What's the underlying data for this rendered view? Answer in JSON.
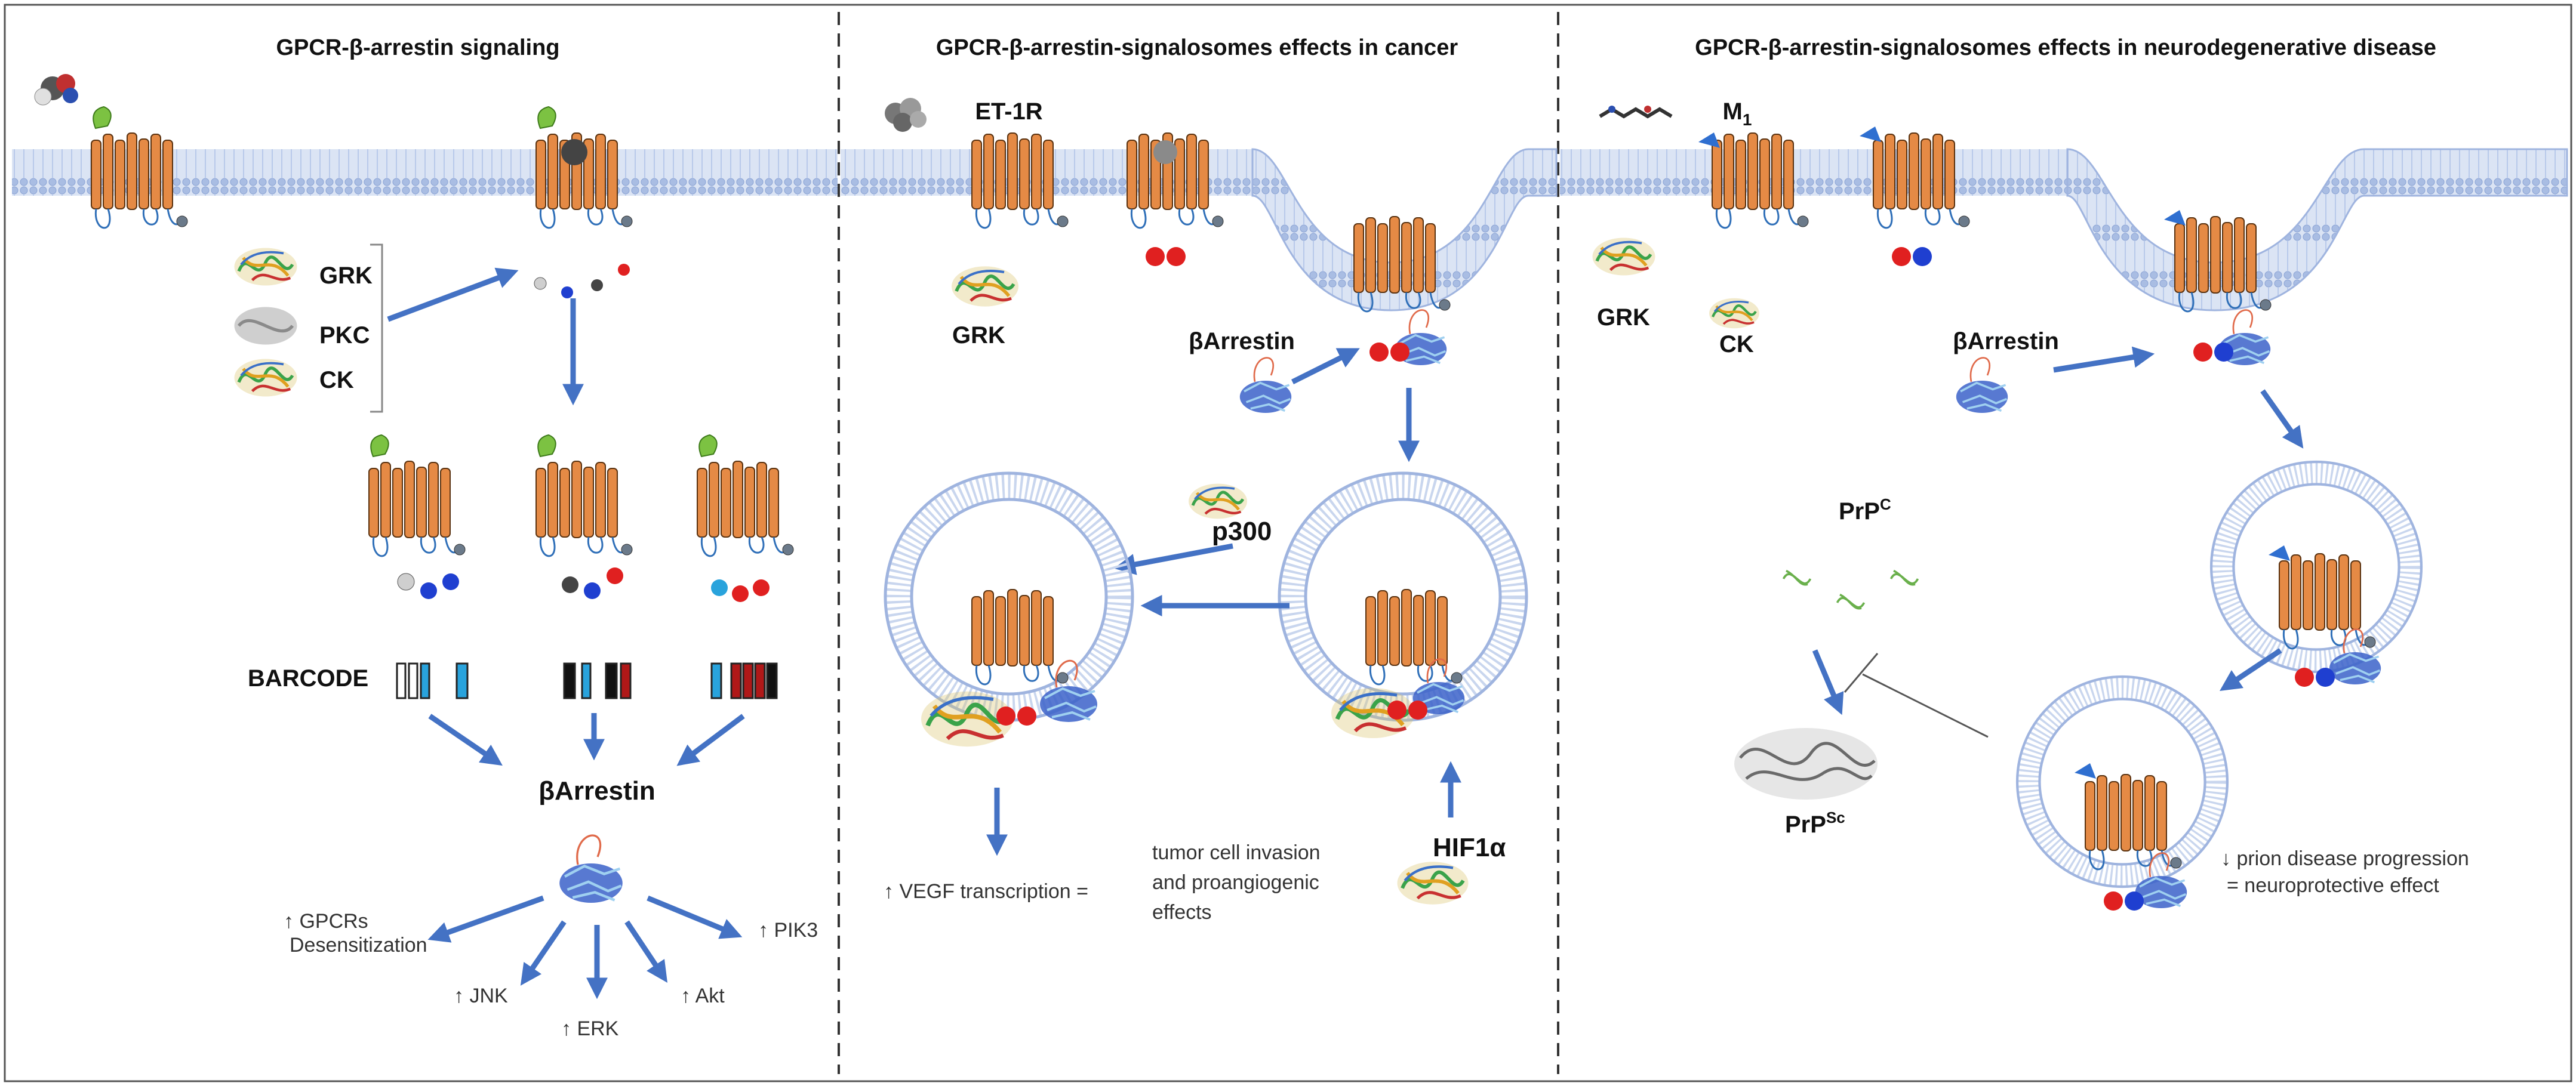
{
  "panels": [
    {
      "title": "GPCR-β-arrestin signaling"
    },
    {
      "title": "GPCR-β-arrestin-signalosomes effects in cancer"
    },
    {
      "title": "GPCR-β-arrestin-signalosomes effects in neurodegenerative disease"
    }
  ],
  "panel1": {
    "kinases": [
      "GRK",
      "PKC",
      "CK"
    ],
    "barcode_label": "BARCODE",
    "barrestin_label": "βArrestin",
    "effects": {
      "gpcrs_line1": "↑ GPCRs",
      "gpcrs_line2": "Desensitization",
      "jnk": "↑ JNK",
      "erk": "↑ ERK",
      "akt": "↑ Akt",
      "pik3": "↑ PIK3"
    }
  },
  "panel2": {
    "receptor_label": "ET-1R",
    "grk_label": "GRK",
    "barrestin_label": "βArrestin",
    "p300_label": "p300",
    "hif_label": "HIF1α",
    "vegf_text": "↑ VEGF transcription =",
    "tumor_line1": "tumor cell invasion",
    "tumor_line2": "and proangiogenic",
    "tumor_line3": "effects"
  },
  "panel3": {
    "receptor_label": "M",
    "receptor_sub": "1",
    "grk_label": "GRK",
    "ck_label": "CK",
    "barrestin_label": "βArrestin",
    "prpc_base": "PrP",
    "prpc_sup": "C",
    "prpsc_base": "PrP",
    "prpsc_sup": "Sc",
    "effect_line1": "↓ prion disease progression",
    "effect_line2": "= neuroprotective effect"
  },
  "colors": {
    "receptor": "#e58a45",
    "membrane": "#b4c6e7",
    "arrow": "#4472c4",
    "phospho_red": "#e02020",
    "phospho_blue": "#1f3fd0",
    "barcode_blue": "#29a3dc",
    "barcode_red": "#b01818",
    "arrestin": "#2e54b8",
    "ligand_green": "#7cc242"
  },
  "icons": [
    "ligand-molecule-icon",
    "gpcr-receptor-icon",
    "beta-arrestin-protein-icon",
    "kinase-protein-icon",
    "endosome-vesicle-icon",
    "prion-aggregate-icon"
  ]
}
